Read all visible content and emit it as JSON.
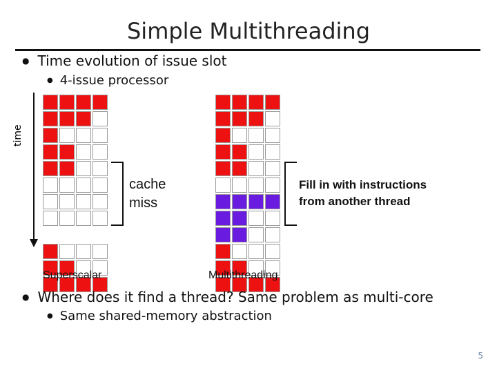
{
  "title": "Simple Multithreading",
  "bullets": {
    "b1": "Time evolution of issue slot",
    "b1_sub": "4-issue processor",
    "b2": "Where does it find a thread?  Same problem as multi-core",
    "b2_sub": "Same shared-memory abstraction"
  },
  "axis": {
    "time_label": "time"
  },
  "diagram": {
    "cache_miss_line1": "cache",
    "cache_miss_line2": "miss",
    "fill_line1": "Fill in with instructions",
    "fill_line2": "from another thread",
    "superscalar_label": "Superscalar",
    "multithreading_label": "Multithreading",
    "colors": {
      "thread_a": "#ee1111",
      "thread_b": "#6a1be0",
      "empty": "#ffffff"
    },
    "superscalar_grid": [
      "rrrr",
      "rrrw",
      "rwww",
      "rrww",
      "rrww",
      "wwww",
      "wwww",
      "wwww",
      "rwww",
      "rrww",
      "rrrr"
    ],
    "multithreading_grid": [
      "rrrr",
      "rrrw",
      "rwww",
      "rrww",
      "rrww",
      "wwww",
      "pppp",
      "ppww",
      "ppww",
      "rwww",
      "rrww",
      "rrrr"
    ]
  },
  "page_number": "5"
}
